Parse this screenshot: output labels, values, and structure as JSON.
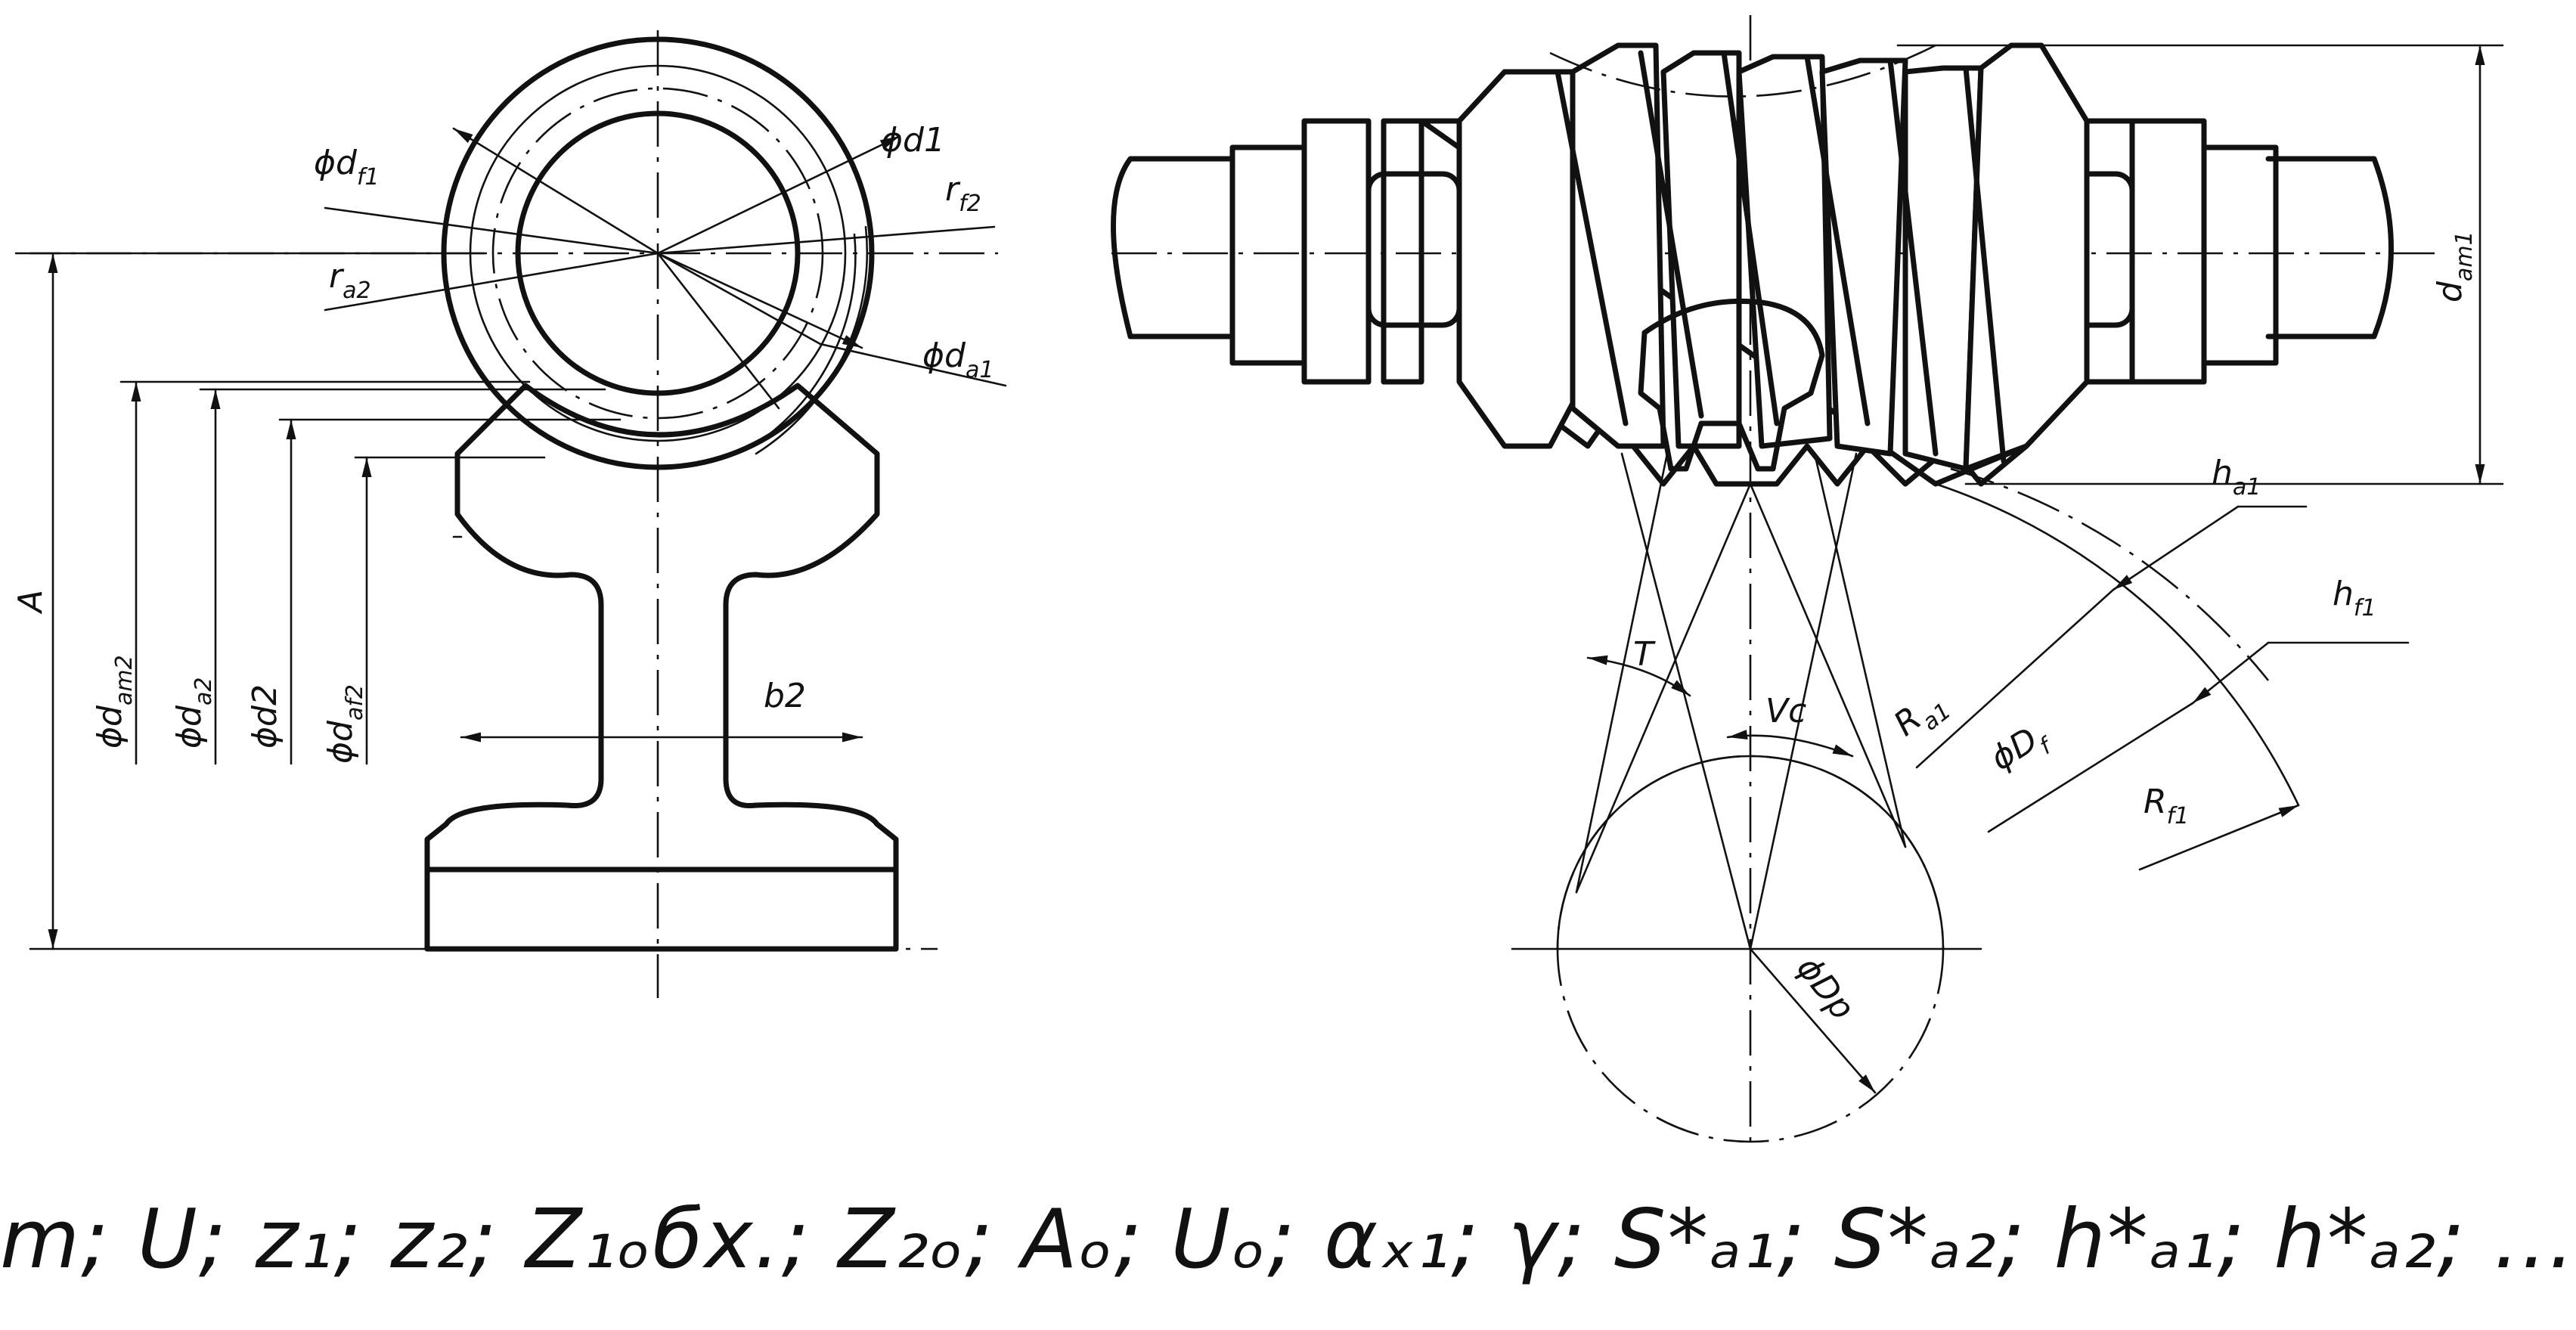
{
  "labels": {
    "phi_df1": "ϕd",
    "phi_df1_sub": "f1",
    "ra2": "r",
    "ra2_sub": "a2",
    "phi_d1": "ϕd1",
    "rf2": "r",
    "rf2_sub": "f2",
    "phi_da1": "ϕd",
    "phi_da1_sub": "a1",
    "A": "A",
    "phi_dam2": "ϕd",
    "phi_dam2_sub": "am2",
    "phi_da2": "ϕd",
    "phi_da2_sub": "a2",
    "phi_d2": "ϕd2",
    "phi_daf2": "ϕd",
    "phi_daf2_sub": "af2",
    "b2": "b2",
    "dam1": "d",
    "dam1_sub": "am1",
    "ha1": "h",
    "ha1_sub": "a1",
    "hf1": "h",
    "hf1_sub": "f1",
    "T": "T",
    "Vc": "Vc",
    "Ra1": "R",
    "Ra1_sub": "a1",
    "phi_Df": "ϕD",
    "phi_Df_sub": "f",
    "Rf1": "R",
    "Rf1_sub": "f1",
    "phi_Dp": "ϕDp"
  },
  "formula": "m; U; z₁; z₂; Z₁ₒбх.; Z₂ₒ; Aₒ; Uₒ; αₓ₁; γ; S*ₐ₁; S*ₐ₂; h*ₐ₁; h*ₐ₂; ..."
}
